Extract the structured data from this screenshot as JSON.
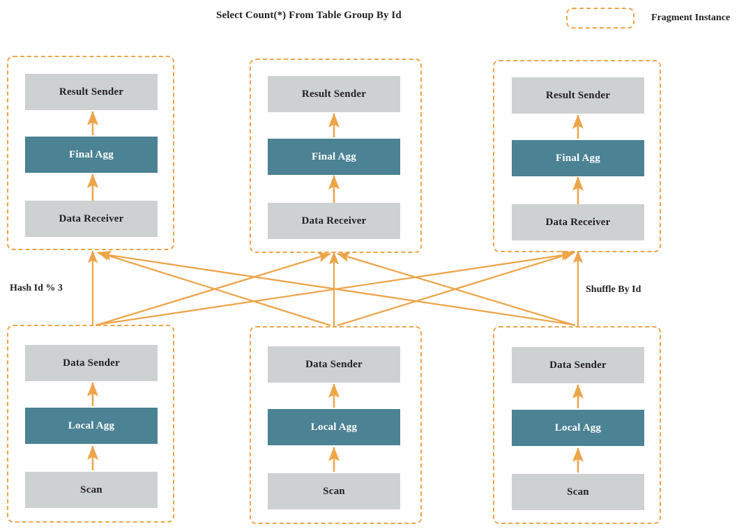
{
  "diagram": {
    "title": "Select Count(*) From Table Group By Id",
    "legend": {
      "label": "Fragment Instance",
      "swatch_name": "fragment-instance-swatch"
    },
    "colors": {
      "fragment_border": "#eda54a",
      "arrow": "#eda54a",
      "operator_default": "#cdd1d2",
      "operator_highlight": "#4b8294",
      "text": "#231f20",
      "background": "#ffffff"
    },
    "edge_labels": {
      "left": "Hash Id % 3",
      "right": "Shuffle By Id"
    },
    "upper_fragments": [
      {
        "id": "upper-1",
        "operators": [
          {
            "label": "Result Sender",
            "style": "gray"
          },
          {
            "label": "Final Agg",
            "style": "teal"
          },
          {
            "label": "Data Receiver",
            "style": "gray"
          }
        ]
      },
      {
        "id": "upper-2",
        "operators": [
          {
            "label": "Result Sender",
            "style": "gray"
          },
          {
            "label": "Final Agg",
            "style": "teal"
          },
          {
            "label": "Data Receiver",
            "style": "gray"
          }
        ]
      },
      {
        "id": "upper-3",
        "operators": [
          {
            "label": "Result Sender",
            "style": "gray"
          },
          {
            "label": "Final Agg",
            "style": "teal"
          },
          {
            "label": "Data Receiver",
            "style": "gray"
          }
        ]
      }
    ],
    "lower_fragments": [
      {
        "id": "lower-1",
        "operators": [
          {
            "label": "Data Sender",
            "style": "gray"
          },
          {
            "label": "Local Agg",
            "style": "teal"
          },
          {
            "label": "Scan",
            "style": "gray"
          }
        ]
      },
      {
        "id": "lower-2",
        "operators": [
          {
            "label": "Data Sender",
            "style": "gray"
          },
          {
            "label": "Local Agg",
            "style": "teal"
          },
          {
            "label": "Scan",
            "style": "gray"
          }
        ]
      },
      {
        "id": "lower-3",
        "operators": [
          {
            "label": "Data Sender",
            "style": "gray"
          },
          {
            "label": "Local Agg",
            "style": "teal"
          },
          {
            "label": "Scan",
            "style": "gray"
          }
        ]
      }
    ],
    "shuffle_edges": [
      {
        "from": "lower-1",
        "to": "upper-1"
      },
      {
        "from": "lower-1",
        "to": "upper-2"
      },
      {
        "from": "lower-1",
        "to": "upper-3"
      },
      {
        "from": "lower-2",
        "to": "upper-1"
      },
      {
        "from": "lower-2",
        "to": "upper-2"
      },
      {
        "from": "lower-2",
        "to": "upper-3"
      },
      {
        "from": "lower-3",
        "to": "upper-1"
      },
      {
        "from": "lower-3",
        "to": "upper-2"
      },
      {
        "from": "lower-3",
        "to": "upper-3"
      }
    ]
  }
}
